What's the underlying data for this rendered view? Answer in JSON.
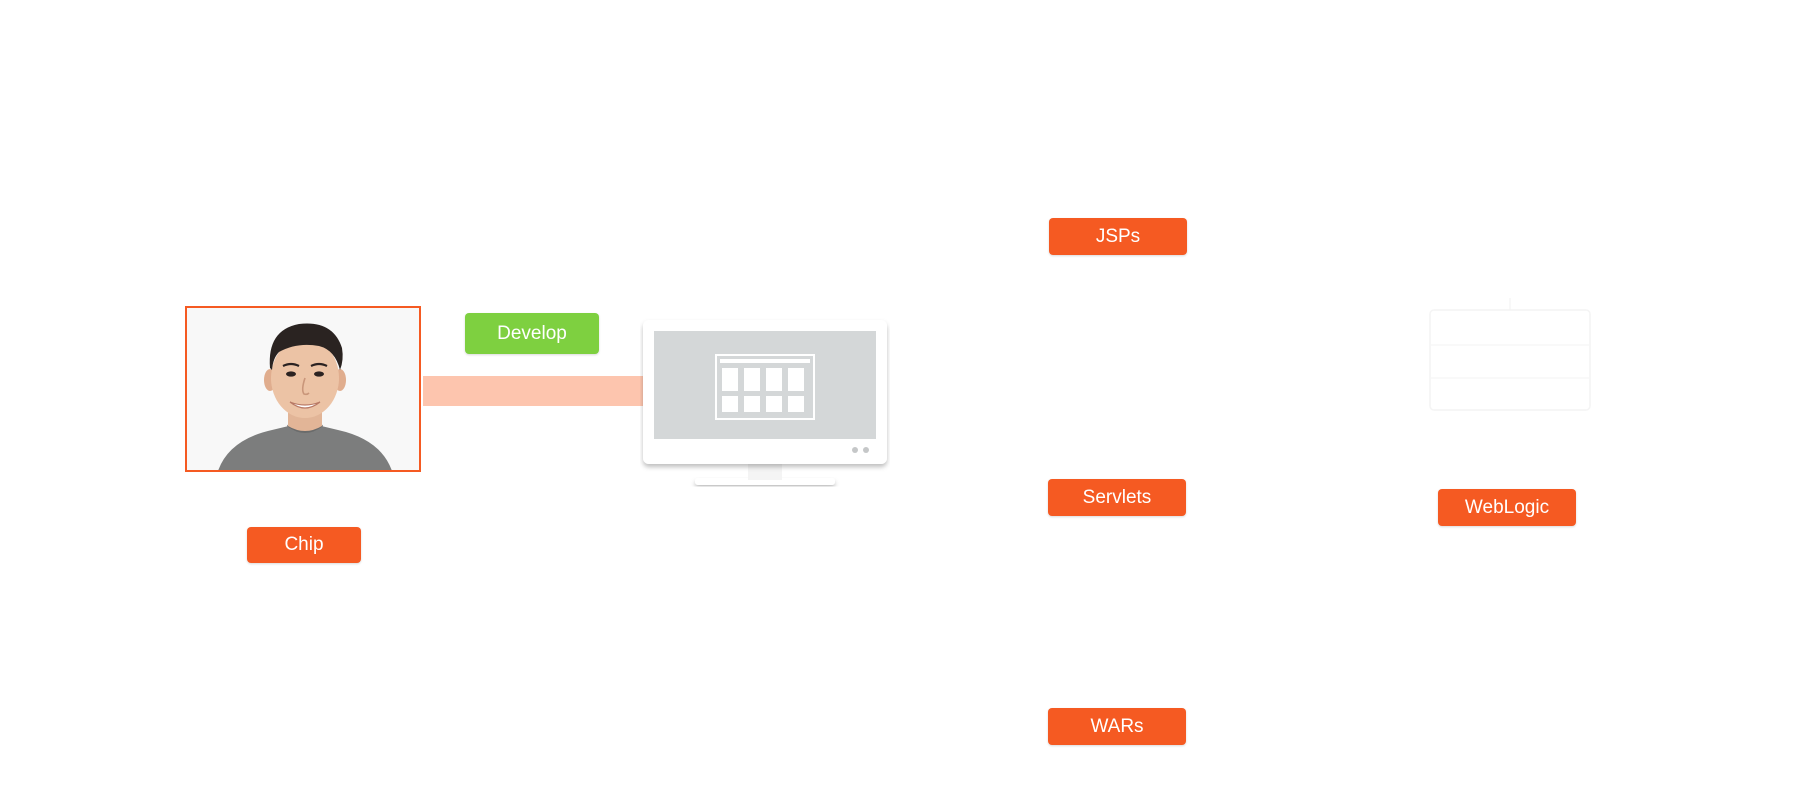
{
  "person": {
    "name_label": "Chip"
  },
  "action": {
    "label": "Develop"
  },
  "artifacts": [
    {
      "label": "JSPs"
    },
    {
      "label": "Servlets"
    },
    {
      "label": "WARs"
    }
  ],
  "server": {
    "label": "WebLogic"
  },
  "colors": {
    "accent_orange": "#f55a22",
    "action_green": "#7ed040",
    "connector_peach": "#fdc5ae",
    "monitor_screen": "#d4d7d8"
  },
  "icons": {
    "monitor": "desktop-monitor-icon",
    "grid": "table-grid-icon",
    "server": "server-icon"
  }
}
